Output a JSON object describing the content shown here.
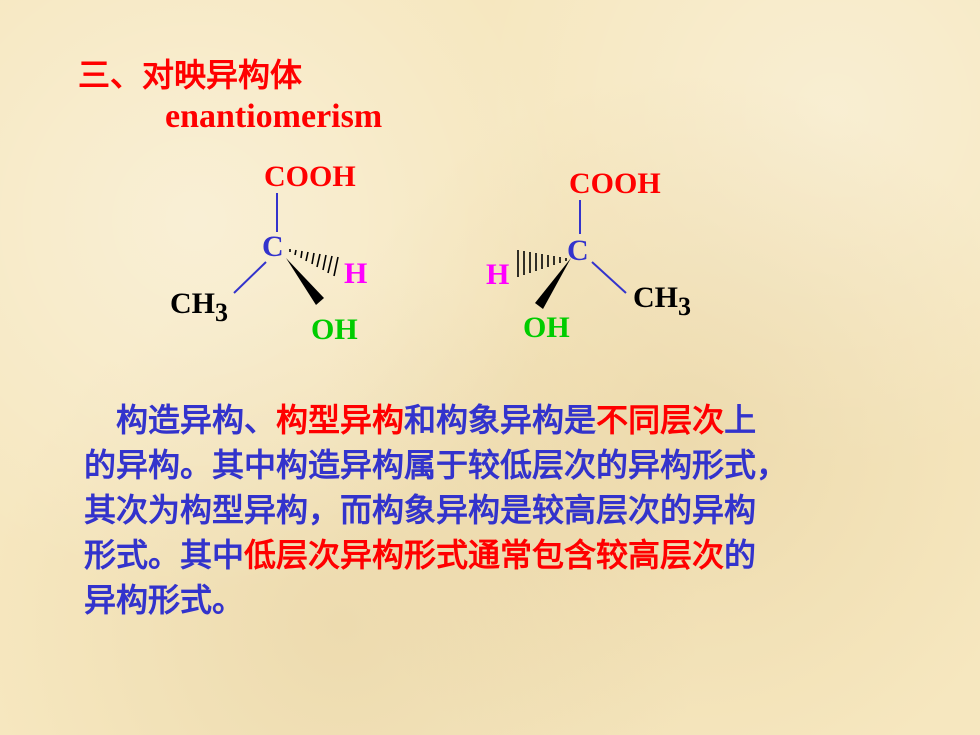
{
  "heading": {
    "title": "三、对映异构体",
    "subtitle": "enantiomerism"
  },
  "molecule_left": {
    "top": "COOH",
    "center": "C",
    "hash": "H",
    "wedge": "OH",
    "left_main": "CH",
    "left_sub": "3"
  },
  "molecule_right": {
    "top": "COOH",
    "center": "C",
    "hash": "H",
    "wedge": "OH",
    "right_main": "CH",
    "right_sub": "3"
  },
  "paragraph": {
    "l1a": "构造异构、",
    "l1b": "构型异构",
    "l1c": "和构象异构是",
    "l1d": "不同层次",
    "l1e": "上",
    "l2": "的异构。其中构造异构属于较低层次的异构形式，",
    "l3": "其次为构型异构，而构象异构是较高层次的异构",
    "l4a": "形式。其中",
    "l4b": "低层次异构形式通常包含较高层次",
    "l4c": "的",
    "l5": "异构形式。"
  },
  "colors": {
    "title": "#ff0000",
    "body_text": "#3333cc",
    "highlight": "#ff0000",
    "carbon": "#3333cc",
    "hydrogen": "#ff00ff",
    "hydroxyl": "#00cc00",
    "methyl": "#000000"
  }
}
